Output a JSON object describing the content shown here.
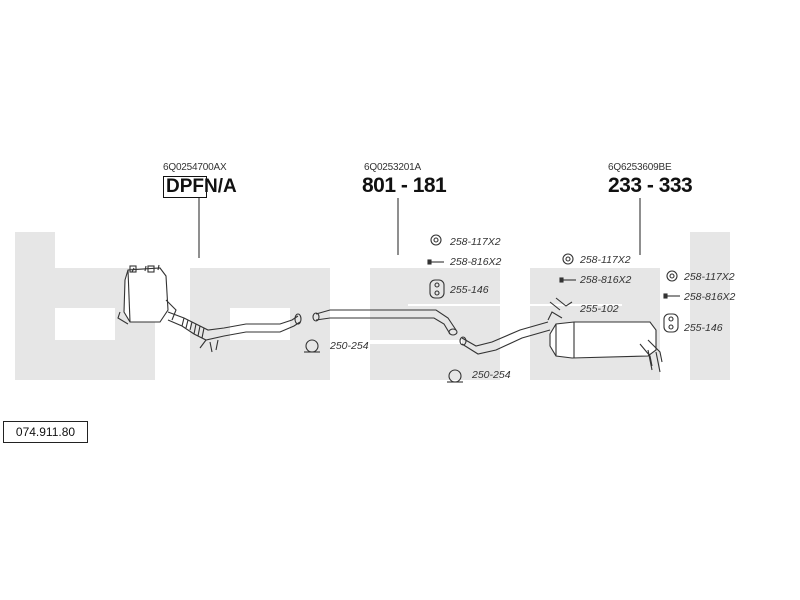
{
  "brand_watermark": "bosal",
  "reference_number": "074.911.80",
  "assemblies": [
    {
      "oem_number": "6Q0254700AX",
      "badge": "DPF",
      "part_number": "N/A"
    },
    {
      "oem_number": "6Q0253201A",
      "part_number": "801 - 181"
    },
    {
      "oem_number": "6Q6253609BE",
      "part_number": "233 - 333"
    }
  ],
  "fittings": [
    {
      "label": "250-254",
      "icon": "clamp-icon"
    },
    {
      "label": "250-254",
      "icon": "clamp-icon"
    },
    {
      "label": "258-117X2",
      "icon": "ring-icon"
    },
    {
      "label": "258-816X2",
      "icon": "bolt-icon"
    },
    {
      "label": "255-146",
      "icon": "rubber-mount-icon"
    },
    {
      "label": "258-117X2",
      "icon": "ring-icon"
    },
    {
      "label": "258-816X2",
      "icon": "bolt-icon"
    },
    {
      "label": "255-102",
      "icon": "hanger-icon"
    },
    {
      "label": "258-117X2",
      "icon": "ring-icon"
    },
    {
      "label": "258-816X2",
      "icon": "bolt-icon"
    },
    {
      "label": "255-146",
      "icon": "rubber-mount-icon"
    }
  ],
  "colors": {
    "watermark": "#e6e6e6",
    "line": "#333333"
  }
}
